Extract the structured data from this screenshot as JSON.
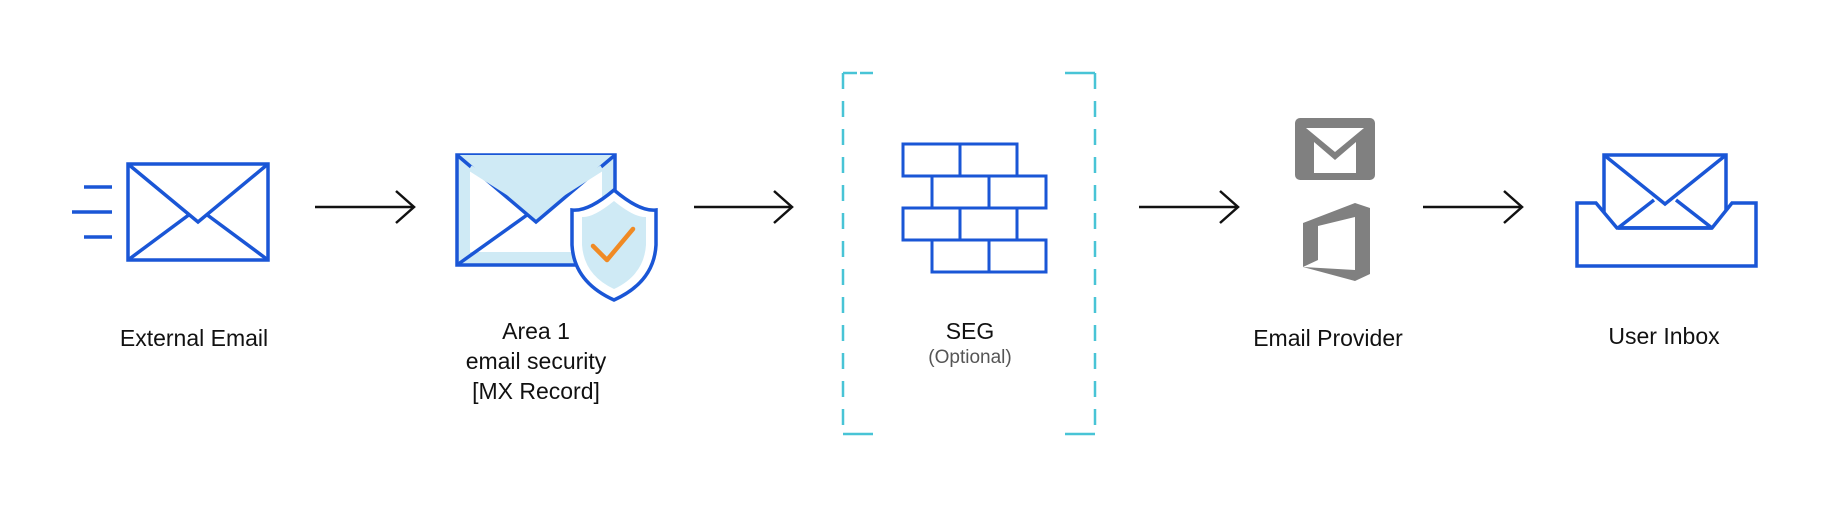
{
  "colors": {
    "blue": "#1a56d6",
    "light_blue": "#cfeaf5",
    "orange": "#f08a24",
    "gray": "#808080",
    "teal_dashed": "#48c4d6",
    "arrow": "#111111"
  },
  "nodes": {
    "external_email": {
      "label": "External Email",
      "icon": "fast-envelope-icon"
    },
    "area1": {
      "line1": "Area 1",
      "line2": "email security",
      "line3": "[MX Record]",
      "icon": "shielded-envelope-icon"
    },
    "seg": {
      "label": "SEG",
      "sublabel": "(Optional)",
      "icon": "firewall-brick-icon"
    },
    "email_provider": {
      "label": "Email Provider",
      "icons": [
        "gmail-icon",
        "office-icon"
      ]
    },
    "user_inbox": {
      "label": "User Inbox",
      "icon": "inbox-tray-icon"
    }
  }
}
